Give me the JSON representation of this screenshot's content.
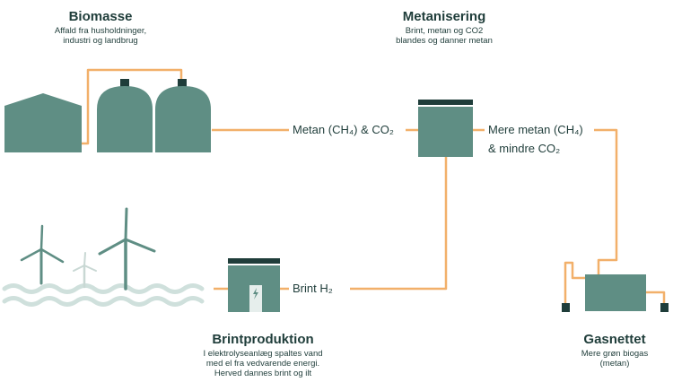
{
  "biomass": {
    "title": "Biomasse",
    "desc1": "Affald fra husholdninger,",
    "desc2": "industri og landbrug"
  },
  "methanation": {
    "title": "Metanisering",
    "desc1": "Brint, metan og CO2",
    "desc2": "blandes og danner metan"
  },
  "hydrogen": {
    "title": "Brintproduktion",
    "desc1": "I elektrolyseanlæg spaltes vand",
    "desc2": "med el fra vedvarende energi.",
    "desc3": "Herved dannes brint og ilt"
  },
  "gasgrid": {
    "title": "Gasnettet",
    "desc1": "Mere grøn biogas",
    "desc2": "(metan)"
  },
  "flows": {
    "biogas": "Metan (CH₄) & CO₂",
    "upgraded1": "Mere metan (CH₄)",
    "upgraded2": "& mindre CO₂",
    "hydrogen": "Brint H₂"
  },
  "colors": {
    "building": "#5f8e84",
    "cap": "#1f3d3a",
    "pipe": "#f2b06a",
    "text": "#1f3d3a",
    "wave": "#cfe0dc"
  },
  "icons": [
    "warehouse-icon",
    "digester-tank-icon",
    "methanation-reactor-icon",
    "wind-turbine-icon",
    "electrolyzer-icon",
    "lightning-icon",
    "gas-tank-icon"
  ]
}
